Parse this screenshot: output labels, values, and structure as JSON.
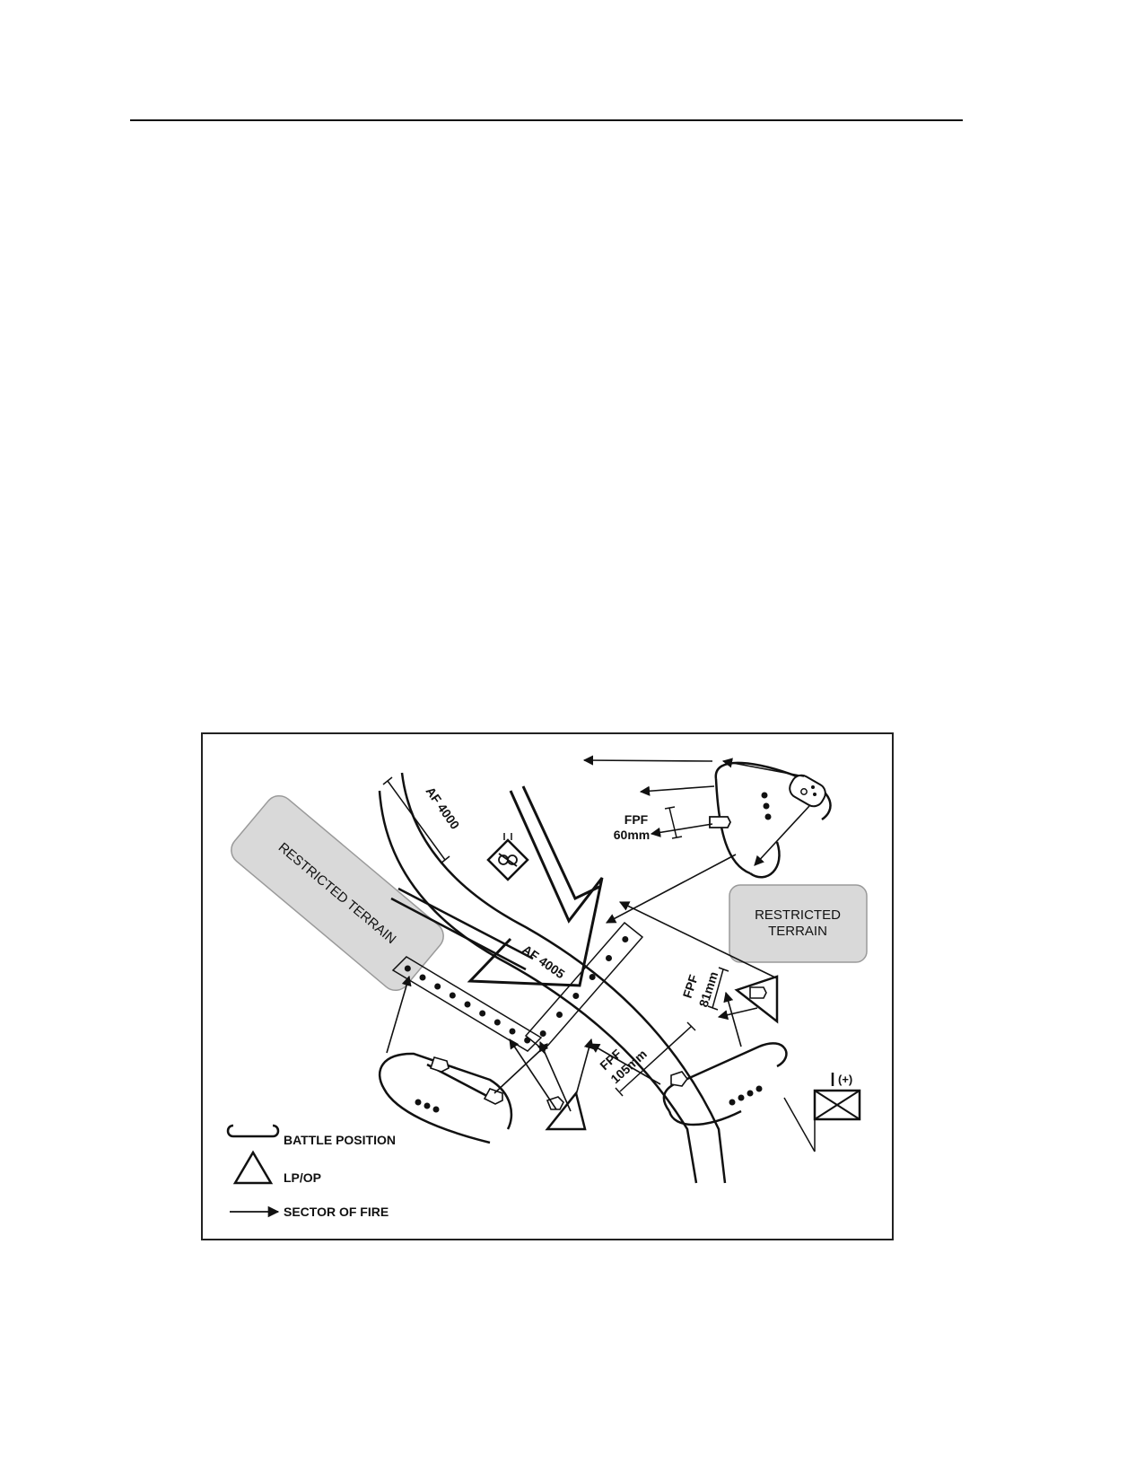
{
  "diagram": {
    "restricted_terrain_left": "RESTRICTED TERRAIN",
    "restricted_terrain_right": [
      "RESTRICTED",
      "TERRAIN"
    ],
    "axis_labels": {
      "af_4000": "AF 4000",
      "af_4005": "AF 4005"
    },
    "fpf_60": [
      "FPF",
      "60mm"
    ],
    "fpf_81": [
      "FPF",
      "81mm"
    ],
    "fpf_105": [
      "FPF",
      "105mm"
    ],
    "unit_size": "(+)",
    "legend": {
      "battle_position": "BATTLE POSITION",
      "lp_op": "LP/OP",
      "sector_of_fire": "SECTOR OF FIRE"
    },
    "icons": [
      "battle-position-icon",
      "lp-op-triangle-icon",
      "sector-of-fire-arrow-icon",
      "infantry-unit-icon",
      "antitank-weapon-icon",
      "obstacle-icon"
    ],
    "colors": {
      "line": "#111111",
      "restricted_fill": "#d9d9d9",
      "restricted_stroke": "#9a9a9a"
    }
  }
}
